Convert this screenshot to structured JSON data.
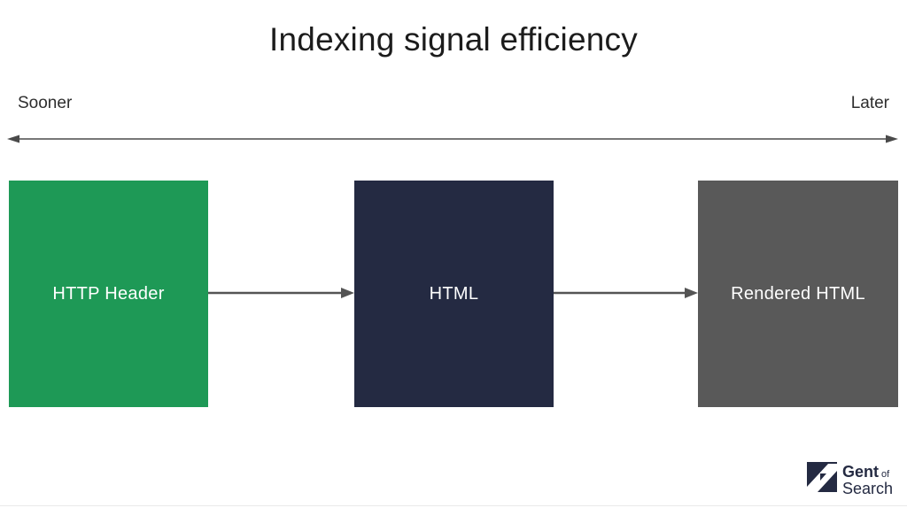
{
  "title": "Indexing signal efficiency",
  "timeline": {
    "left_label": "Sooner",
    "right_label": "Later"
  },
  "nodes": [
    {
      "label": "HTTP Header",
      "color": "#1e9956"
    },
    {
      "label": "HTML",
      "color": "#242a42"
    },
    {
      "label": "Rendered HTML",
      "color": "#595959"
    }
  ],
  "logo": {
    "word1": "Gent",
    "word2": "of",
    "word3": "Search"
  },
  "colors": {
    "timeline_arrow": "#4a4a4a",
    "flow_arrow": "#545454",
    "title_text": "#1c1c1c",
    "axis_label_text": "#2e2e2e",
    "node_text": "#ffffff",
    "logo_navy": "#242a42",
    "bottom_divider": "#e9e9e9"
  }
}
